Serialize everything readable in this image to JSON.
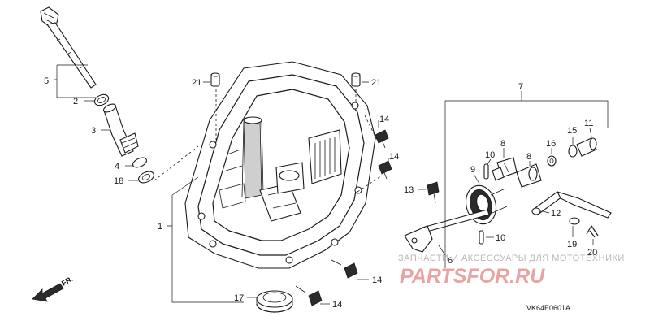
{
  "diagram": {
    "drawing_code": "VK64E0601A",
    "direction_label": "FR.",
    "callouts": {
      "c1": "1",
      "c2": "2",
      "c3": "3",
      "c4": "4",
      "c5": "5",
      "c6": "6",
      "c7": "7",
      "c8a": "8",
      "c8b": "8",
      "c9": "9",
      "c10a": "10",
      "c10b": "10",
      "c11": "11",
      "c12": "12",
      "c13": "13",
      "c14a": "14",
      "c14b": "14",
      "c14c": "14",
      "c14d": "14",
      "c15": "15",
      "c16": "16",
      "c17": "17",
      "c18": "18",
      "c19": "19",
      "c20": "20",
      "c21a": "21",
      "c21b": "21"
    }
  },
  "watermark": {
    "caption": "ЗАПЧАСТИ И АКСЕССУАРЫ ДЛЯ МОТОТЕХНИКИ",
    "logo_text": "PARTSFOR.RU"
  }
}
